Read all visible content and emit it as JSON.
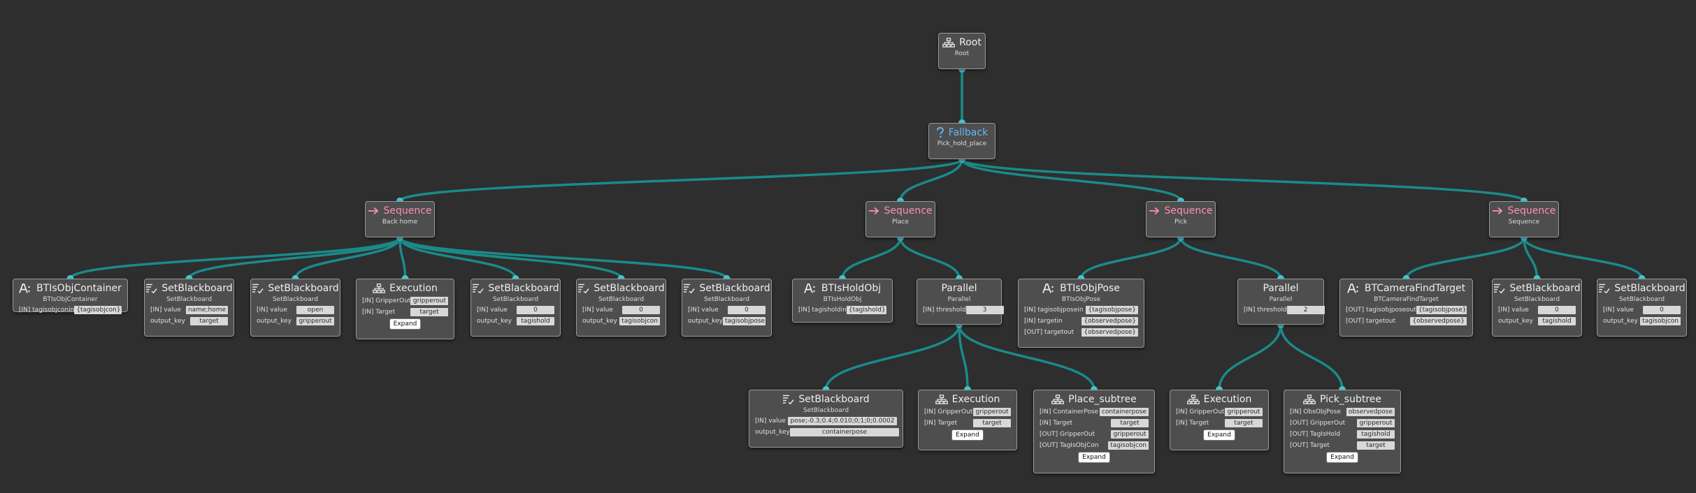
{
  "colors": {
    "background": "#2e2e2e",
    "edge": "#1b8a8a",
    "port": "#45c7d3",
    "control_title": "#ff8fb4",
    "fallback_title": "#66b8f5",
    "node_fill": "#4e4e4e"
  },
  "nodes": {
    "root": {
      "title": "Root",
      "subtitle": "Root",
      "icon": "tree-icon"
    },
    "fallback": {
      "title": "Fallback",
      "subtitle": "Pick_hold_place",
      "icon": "question-icon"
    },
    "seq_back_home": {
      "title": "Sequence",
      "subtitle": "Back home",
      "icon": "arrow-right-icon"
    },
    "seq_place": {
      "title": "Sequence",
      "subtitle": "Place",
      "icon": "arrow-right-icon"
    },
    "seq_pick": {
      "title": "Sequence",
      "subtitle": "Pick",
      "icon": "arrow-right-icon"
    },
    "seq_sequence": {
      "title": "Sequence",
      "subtitle": "Sequence",
      "icon": "arrow-right-icon"
    },
    "bt_container": {
      "title": "BTIsObjContainer",
      "subtitle": "BTIsObjContainer",
      "icon": "action-a-icon",
      "ports": [
        {
          "name": "[IN] tagisobjconin",
          "value": "{tagisobjcon}"
        }
      ]
    },
    "sb_home": {
      "title": "SetBlackboard",
      "subtitle": "SetBlackboard",
      "icon": "list-icon",
      "ports": [
        {
          "name": "[IN] value",
          "value": "name;home"
        },
        {
          "name": "output_key",
          "value": "target"
        }
      ]
    },
    "sb_open": {
      "title": "SetBlackboard",
      "subtitle": "SetBlackboard",
      "icon": "list-icon",
      "ports": [
        {
          "name": "[IN] value",
          "value": "open"
        },
        {
          "name": "output_key",
          "value": "gripperout"
        }
      ]
    },
    "exec_back": {
      "title": "Execution",
      "icon": "tree-icon",
      "button": "Expand",
      "ports": [
        {
          "name": "[IN] GripperOut",
          "value": "gripperout"
        },
        {
          "name": "[IN] Target",
          "value": "target"
        }
      ]
    },
    "sb_taghold": {
      "title": "SetBlackboard",
      "subtitle": "SetBlackboard",
      "icon": "list-icon",
      "ports": [
        {
          "name": "[IN] value",
          "value": "0"
        },
        {
          "name": "output_key",
          "value": "tagishold"
        }
      ]
    },
    "sb_tagobjcon": {
      "title": "SetBlackboard",
      "subtitle": "SetBlackboard",
      "icon": "list-icon",
      "ports": [
        {
          "name": "[IN] value",
          "value": "0"
        },
        {
          "name": "output_key",
          "value": "tagisobjcon"
        }
      ]
    },
    "sb_tagobjpose": {
      "title": "SetBlackboard",
      "subtitle": "SetBlackboard",
      "icon": "list-icon",
      "ports": [
        {
          "name": "[IN] value",
          "value": "0"
        },
        {
          "name": "output_key",
          "value": "tagisobjpose"
        }
      ]
    },
    "bt_holdobj": {
      "title": "BTIsHoldObj",
      "subtitle": "BTIsHoldObj",
      "icon": "action-a-icon",
      "ports": [
        {
          "name": "[IN] tagisholdin",
          "value": "{tagishold}"
        }
      ]
    },
    "par_place": {
      "title": "Parallel",
      "subtitle": "Parallel",
      "ports": [
        {
          "name": "[IN] threshold",
          "value": "3"
        }
      ]
    },
    "bt_objpose": {
      "title": "BTIsObjPose",
      "subtitle": "BTIsObjPose",
      "icon": "action-a-icon",
      "ports": [
        {
          "name": "[IN] tagisobjposein",
          "value": "{tagisobjpose}"
        },
        {
          "name": "[IN] targetin",
          "value": "{observedpose}"
        },
        {
          "name": "[OUT] targetout",
          "value": "{observedpose}"
        }
      ]
    },
    "par_pick": {
      "title": "Parallel",
      "subtitle": "Parallel",
      "ports": [
        {
          "name": "[IN] threshold",
          "value": "2"
        }
      ]
    },
    "bt_camera": {
      "title": "BTCameraFindTarget",
      "subtitle": "BTCameraFindTarget",
      "icon": "action-a-icon",
      "ports": [
        {
          "name": "[OUT] tagisobjposeout",
          "value": "{tagisobjpose}"
        },
        {
          "name": "[OUT] targetout",
          "value": "{observedpose}"
        }
      ]
    },
    "sb_seq_hold": {
      "title": "SetBlackboard",
      "subtitle": "SetBlackboard",
      "icon": "list-icon",
      "ports": [
        {
          "name": "[IN] value",
          "value": "0"
        },
        {
          "name": "output_key",
          "value": "tagishold"
        }
      ]
    },
    "sb_seq_objcon": {
      "title": "SetBlackboard",
      "subtitle": "SetBlackboard",
      "icon": "list-icon",
      "ports": [
        {
          "name": "[IN] value",
          "value": "0"
        },
        {
          "name": "output_key",
          "value": "tagisobjcon"
        }
      ]
    },
    "sb_container_pose": {
      "title": "SetBlackboard",
      "subtitle": "SetBlackboard",
      "icon": "list-icon",
      "ports": [
        {
          "name": "[IN] value",
          "value": "pose;-0.3;0.4;0.010;0;1;0;0.0002"
        },
        {
          "name": "output_key",
          "value": "containerpose"
        }
      ]
    },
    "exec_place": {
      "title": "Execution",
      "icon": "tree-icon",
      "button": "Expand",
      "ports": [
        {
          "name": "[IN] GripperOut",
          "value": "gripperout"
        },
        {
          "name": "[IN] Target",
          "value": "target"
        }
      ]
    },
    "place_subtree": {
      "title": "Place_subtree",
      "icon": "tree-icon",
      "button": "Expand",
      "ports": [
        {
          "name": "[IN] ContainerPose",
          "value": "containerpose"
        },
        {
          "name": "[IN] Target",
          "value": "target"
        },
        {
          "name": "[OUT] GripperOut",
          "value": "gripperout"
        },
        {
          "name": "[OUT] TagIsObjCon",
          "value": "tagisobjcon"
        }
      ]
    },
    "exec_pick": {
      "title": "Execution",
      "icon": "tree-icon",
      "button": "Expand",
      "ports": [
        {
          "name": "[IN] GripperOut",
          "value": "gripperout"
        },
        {
          "name": "[IN] Target",
          "value": "target"
        }
      ]
    },
    "pick_subtree": {
      "title": "Pick_subtree",
      "icon": "tree-icon",
      "button": "Expand",
      "ports": [
        {
          "name": "[IN] ObsObjPose",
          "value": "observedpose"
        },
        {
          "name": "[OUT] GripperOut",
          "value": "gripperout"
        },
        {
          "name": "[OUT] TagIsHold",
          "value": "tagishold"
        },
        {
          "name": "[OUT] Target",
          "value": "target"
        }
      ]
    }
  },
  "edges": [
    [
      "root",
      "fallback"
    ],
    [
      "fallback",
      "seq_back_home"
    ],
    [
      "fallback",
      "seq_place"
    ],
    [
      "fallback",
      "seq_pick"
    ],
    [
      "fallback",
      "seq_sequence"
    ],
    [
      "seq_back_home",
      "bt_container"
    ],
    [
      "seq_back_home",
      "sb_home"
    ],
    [
      "seq_back_home",
      "sb_open"
    ],
    [
      "seq_back_home",
      "exec_back"
    ],
    [
      "seq_back_home",
      "sb_taghold"
    ],
    [
      "seq_back_home",
      "sb_tagobjcon"
    ],
    [
      "seq_back_home",
      "sb_tagobjpose"
    ],
    [
      "seq_place",
      "bt_holdobj"
    ],
    [
      "seq_place",
      "par_place"
    ],
    [
      "par_place",
      "sb_container_pose"
    ],
    [
      "par_place",
      "exec_place"
    ],
    [
      "par_place",
      "place_subtree"
    ],
    [
      "seq_pick",
      "bt_objpose"
    ],
    [
      "seq_pick",
      "par_pick"
    ],
    [
      "par_pick",
      "exec_pick"
    ],
    [
      "par_pick",
      "pick_subtree"
    ],
    [
      "seq_sequence",
      "bt_camera"
    ],
    [
      "seq_sequence",
      "sb_seq_hold"
    ],
    [
      "seq_sequence",
      "sb_seq_objcon"
    ]
  ]
}
